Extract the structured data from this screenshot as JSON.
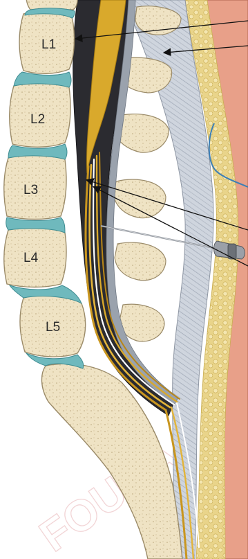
{
  "vertebrae": [
    {
      "label": "L1"
    },
    {
      "label": "L2"
    },
    {
      "label": "L3"
    },
    {
      "label": "L4"
    },
    {
      "label": "L5"
    }
  ],
  "watermark": "FOUDA",
  "colors": {
    "bone": "#efe3c4",
    "bone_outline": "#9b8b69",
    "disc": "#6fb9bd",
    "fat": "#e6cf7e",
    "skin": "#e8a089",
    "nerve": "#d9a92c",
    "csf_dark": "#2b2b30",
    "ligament": "#c6ccd6",
    "needle": "#8a8f96"
  }
}
